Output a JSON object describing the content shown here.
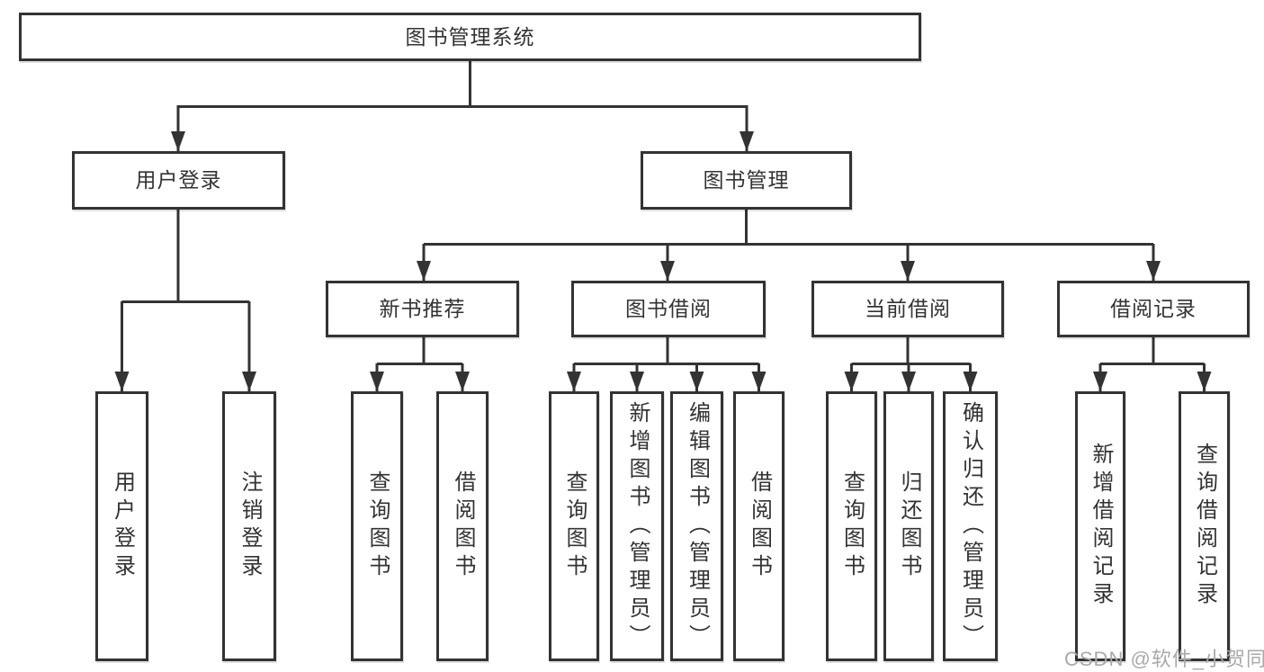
{
  "tree": {
    "root": {
      "label": "图书管理系统",
      "children": [
        {
          "label": "用户登录",
          "children": [
            {
              "label": "用户登录"
            },
            {
              "label": "注销登录"
            }
          ]
        },
        {
          "label": "图书管理",
          "children": [
            {
              "label": "新书推荐",
              "children": [
                {
                  "label": "查询图书"
                },
                {
                  "label": "借阅图书"
                }
              ]
            },
            {
              "label": "图书借阅",
              "children": [
                {
                  "label": "查询图书"
                },
                {
                  "label": "新增图书（管理员）"
                },
                {
                  "label": "编辑图书（管理员）"
                },
                {
                  "label": "借阅图书"
                }
              ]
            },
            {
              "label": "当前借阅",
              "children": [
                {
                  "label": "查询图书"
                },
                {
                  "label": "归还图书"
                },
                {
                  "label": "确认归还（管理员）"
                }
              ]
            },
            {
              "label": "借阅记录",
              "children": [
                {
                  "label": "新增借阅记录"
                },
                {
                  "label": "查询借阅记录"
                }
              ]
            }
          ]
        }
      ]
    }
  },
  "watermark": {
    "text": "CSDN @软件_小贺同学"
  },
  "colors": {
    "line": "#333333",
    "text": "#333333",
    "watermark": "#a9a9a9",
    "background": "#ffffff"
  }
}
